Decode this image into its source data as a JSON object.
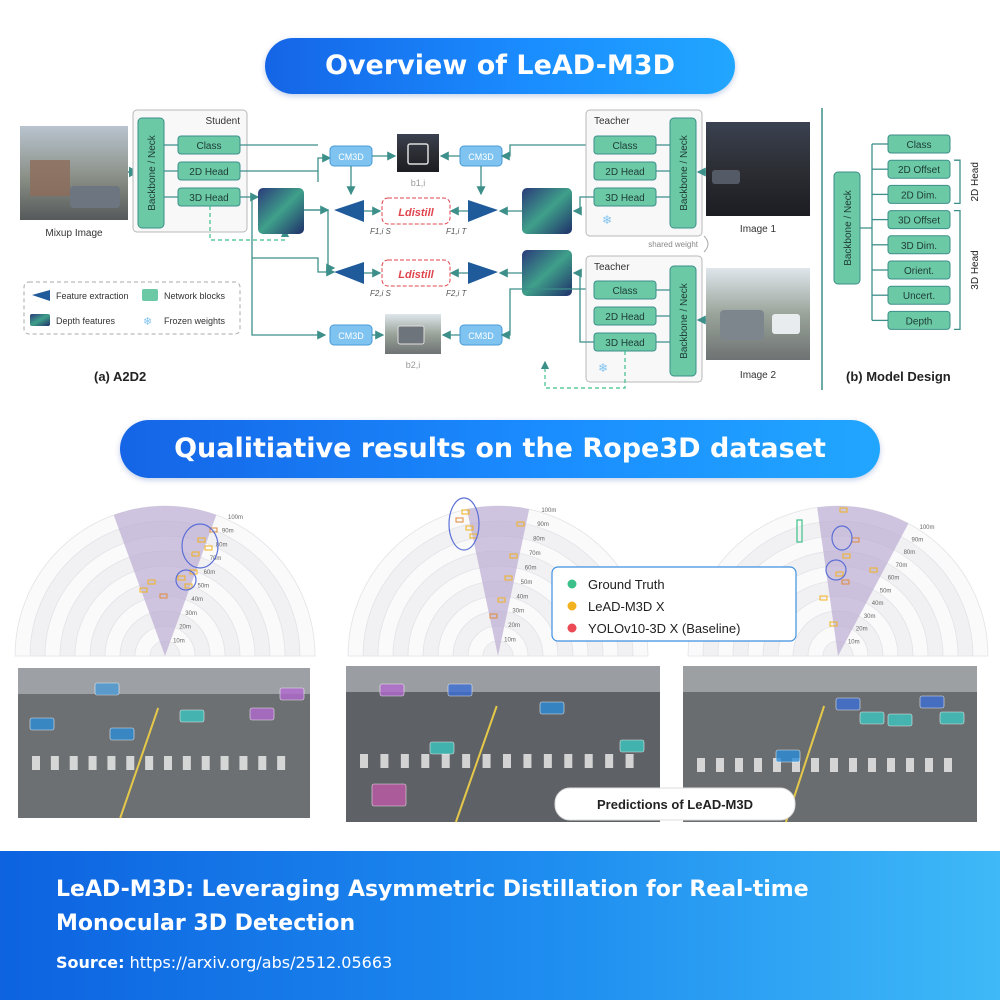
{
  "header": {
    "title": "Overview of LeAD-M3D"
  },
  "diagram": {
    "mixup_label": "Mixup Image",
    "backbone_label": "Backbone / Neck",
    "student_label": "Student",
    "teacher_label": "Teacher",
    "head_class": "Class",
    "head_2d": "2D Head",
    "head_3d": "3D Head",
    "cm3d": "CM3D",
    "loss_label": "Ldistill",
    "b1": "b1,i",
    "b2": "b2,i",
    "f1s": "F1,i S",
    "f1t": "F1,i T",
    "f2s": "F2,i S",
    "f2t": "F2,i T",
    "shared_weight": "shared weight",
    "image1": "Image 1",
    "image2": "Image 2",
    "legend": {
      "feature_extraction": "Feature extraction",
      "network_blocks": "Network blocks",
      "depth_features": "Depth features",
      "frozen_weights": "Frozen weights"
    },
    "caption_a": "(a) A2D2",
    "caption_b": "(b) Model Design",
    "model": {
      "items": [
        "Class",
        "2D Offset",
        "2D Dim.",
        "3D Offset",
        "3D Dim.",
        "Orient.",
        "Uncert.",
        "Depth"
      ],
      "group_2d": "2D Head",
      "group_3d": "3D Head"
    }
  },
  "results": {
    "title": "Qualitiative results on the Rope3D dataset",
    "range_labels": [
      "10m",
      "20m",
      "30m",
      "40m",
      "50m",
      "60m",
      "70m",
      "80m",
      "90m",
      "100m"
    ],
    "legend": [
      {
        "label": "Ground Truth",
        "color": "#3cc08a"
      },
      {
        "label": "LeAD-M3D X",
        "color": "#f2b21f"
      },
      {
        "label": "YOLOv10-3D X (Baseline)",
        "color": "#ec4a55"
      }
    ],
    "predictions_label": "Predictions of LeAD-M3D"
  },
  "footer": {
    "title": "LeAD-M3D: Leveraging Asymmetric Distillation for Real-time Monocular 3D Detection",
    "source_label": "Source:",
    "source_url": "https://arxiv.org/abs/2512.05663"
  },
  "colors": {
    "accent": "#1a7ff0",
    "block_green": "#6cc9a6",
    "cm_blue": "#7fc3f0",
    "loss_red": "#e0454d",
    "arrow_teal": "#3d8f8a",
    "radar_purple": "#b8a7cf"
  }
}
